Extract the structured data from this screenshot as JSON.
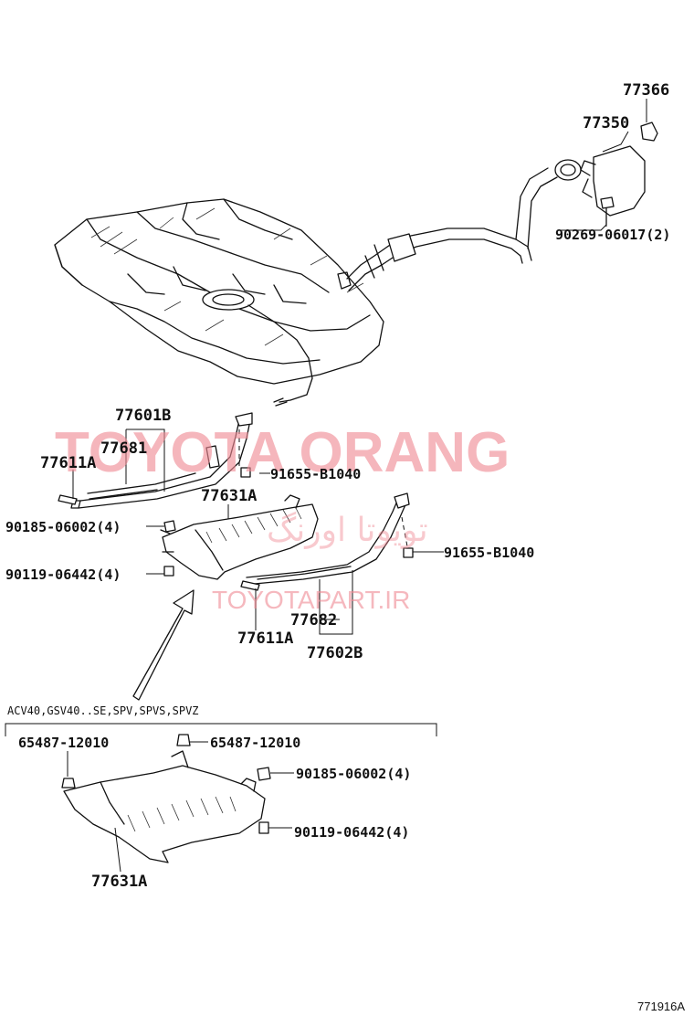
{
  "parts": {
    "p77366": "77366",
    "p77350": "77350",
    "p90269": "90269-06017(2)",
    "p77601b": "77601B",
    "p77681": "77681",
    "p77611a_top": "77611A",
    "p91655_top": "91655-B1040",
    "p77631a_top": "77631A",
    "p90185_top": "90185-06002(4)",
    "p91655_right": "91655-B1040",
    "p90119_top": "90119-06442(4)",
    "p77682": "77682",
    "p77611a_bottom": "77611A",
    "p77602b": "77602B",
    "p65487_left": "65487-12010",
    "p65487_right": "65487-12010",
    "p90185_bottom": "90185-06002(4)",
    "p90119_bottom": "90119-06442(4)",
    "p77631a_bottom": "77631A"
  },
  "condition_label": "ACV40,GSV40..SE,SPV,SPVS,SPVZ",
  "figure_ref": "771916A",
  "watermark": {
    "main": "TOYOTA ORANG",
    "site": "TOYOTAPART.IR",
    "persian": "تویوتا اورنگ",
    "color": "#f08a94"
  }
}
